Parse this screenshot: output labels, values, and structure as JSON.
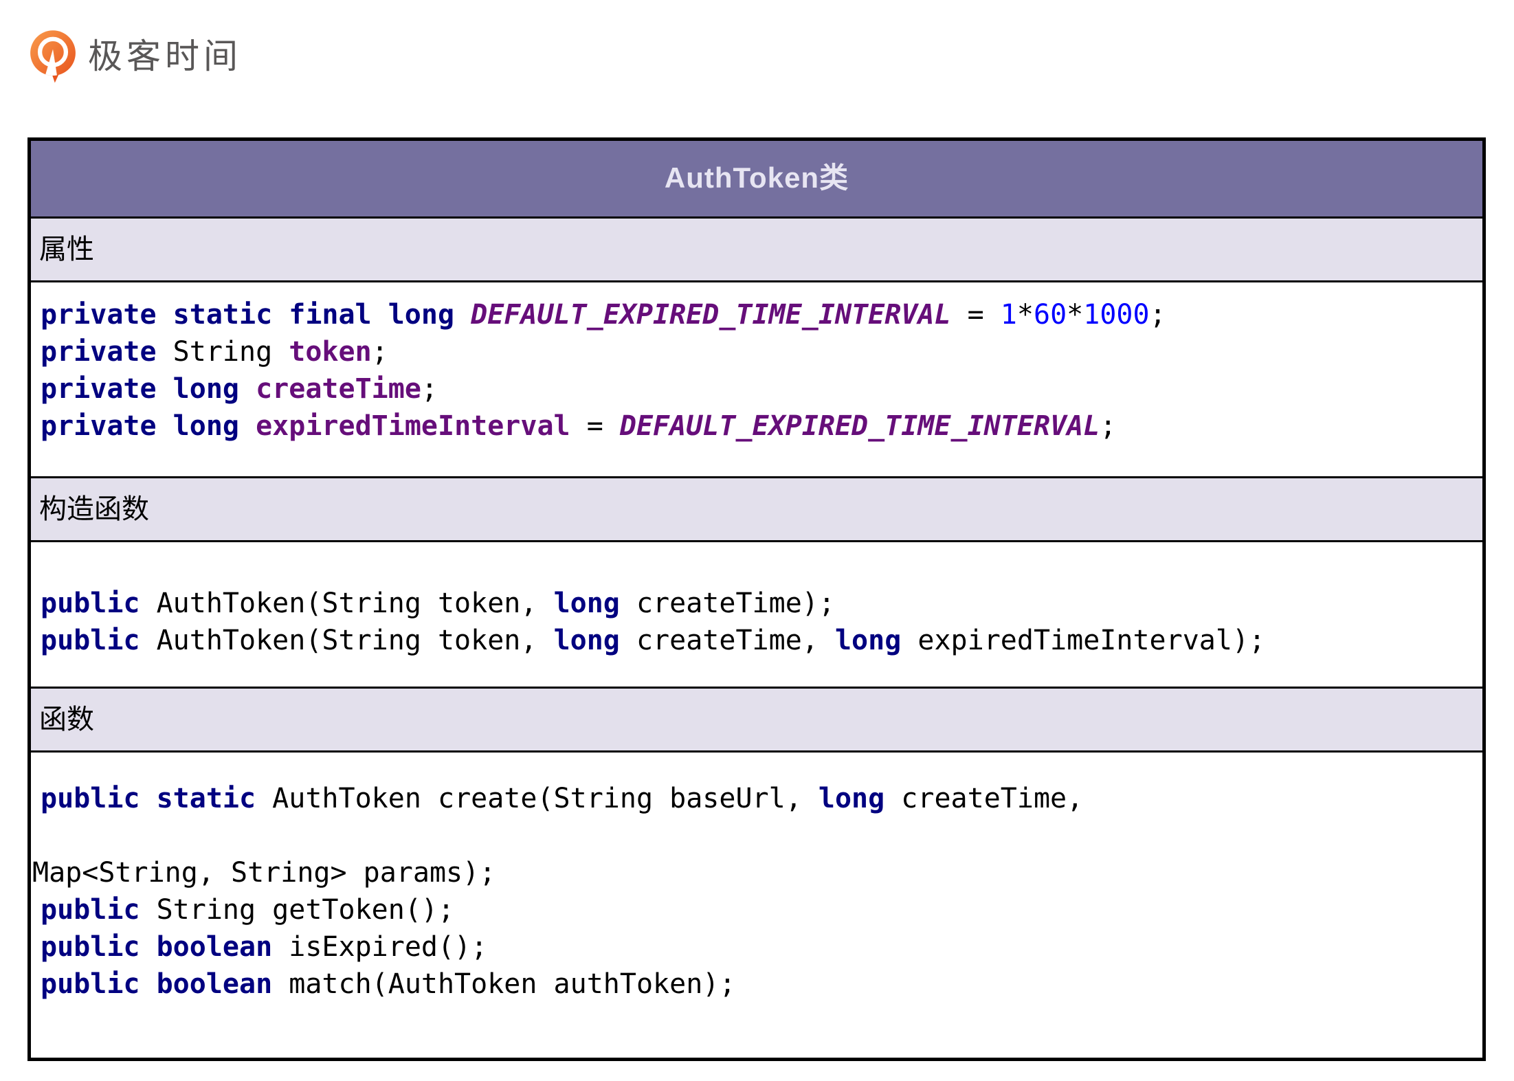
{
  "brand": {
    "name": "极客时间"
  },
  "table": {
    "title": "AuthToken类",
    "sections": [
      {
        "id": "properties",
        "label": "属性",
        "code": [
          {
            "segments": [
              {
                "style": "kw",
                "text": "private static final long"
              },
              {
                "style": "plain",
                "text": " "
              },
              {
                "style": "const",
                "text": "DEFAULT_EXPIRED_TIME_INTERVAL"
              },
              {
                "style": "plain",
                "text": " = "
              },
              {
                "style": "num",
                "text": "1"
              },
              {
                "style": "plain",
                "text": "*"
              },
              {
                "style": "num",
                "text": "60"
              },
              {
                "style": "plain",
                "text": "*"
              },
              {
                "style": "num",
                "text": "1000"
              },
              {
                "style": "plain",
                "text": ";"
              }
            ]
          },
          {
            "segments": [
              {
                "style": "kw",
                "text": "private"
              },
              {
                "style": "plain",
                "text": " String "
              },
              {
                "style": "field",
                "text": "token"
              },
              {
                "style": "plain",
                "text": ";"
              }
            ]
          },
          {
            "segments": [
              {
                "style": "kw",
                "text": "private long"
              },
              {
                "style": "plain",
                "text": " "
              },
              {
                "style": "field",
                "text": "createTime"
              },
              {
                "style": "plain",
                "text": ";"
              }
            ]
          },
          {
            "segments": [
              {
                "style": "kw",
                "text": "private long"
              },
              {
                "style": "plain",
                "text": " "
              },
              {
                "style": "field",
                "text": "expiredTimeInterval"
              },
              {
                "style": "plain",
                "text": " = "
              },
              {
                "style": "const",
                "text": "DEFAULT_EXPIRED_TIME_INTERVAL"
              },
              {
                "style": "plain",
                "text": ";"
              }
            ]
          }
        ]
      },
      {
        "id": "constructors",
        "label": "构造函数",
        "code": [
          {
            "segments": [
              {
                "style": "kw",
                "text": "public"
              },
              {
                "style": "plain",
                "text": " AuthToken(String token, "
              },
              {
                "style": "kw",
                "text": "long"
              },
              {
                "style": "plain",
                "text": " createTime);"
              }
            ]
          },
          {
            "segments": [
              {
                "style": "kw",
                "text": "public"
              },
              {
                "style": "plain",
                "text": " AuthToken(String token, "
              },
              {
                "style": "kw",
                "text": "long"
              },
              {
                "style": "plain",
                "text": " createTime, "
              },
              {
                "style": "kw",
                "text": "long"
              },
              {
                "style": "plain",
                "text": " expiredTimeInterval);"
              }
            ]
          }
        ]
      },
      {
        "id": "functions",
        "label": "函数",
        "code": [
          {
            "segments": [
              {
                "style": "kw",
                "text": "public static"
              },
              {
                "style": "plain",
                "text": " AuthToken create(String baseUrl, "
              },
              {
                "style": "kw",
                "text": "long"
              },
              {
                "style": "plain",
                "text": " createTime,"
              }
            ]
          },
          {
            "segments": []
          },
          {
            "flush": true,
            "segments": [
              {
                "style": "plain",
                "text": "Map<String, String> params);"
              }
            ]
          },
          {
            "segments": [
              {
                "style": "kw",
                "text": "public"
              },
              {
                "style": "plain",
                "text": " String getToken();"
              }
            ]
          },
          {
            "segments": [
              {
                "style": "kw",
                "text": "public boolean"
              },
              {
                "style": "plain",
                "text": " isExpired();"
              }
            ]
          },
          {
            "segments": [
              {
                "style": "kw",
                "text": "public boolean"
              },
              {
                "style": "plain",
                "text": " match(AuthToken authToken);"
              }
            ]
          }
        ]
      }
    ]
  },
  "colors": {
    "header_bg": "#75709f",
    "header_text": "#e7e5f2",
    "section_bg": "#e3e0ec",
    "keyword": "#000080",
    "field": "#660e7a",
    "constant_italic": "#660e7a",
    "number": "#0000ff",
    "border": "#000000",
    "brand_orange": "#e8551e",
    "brand_text": "#595757"
  }
}
